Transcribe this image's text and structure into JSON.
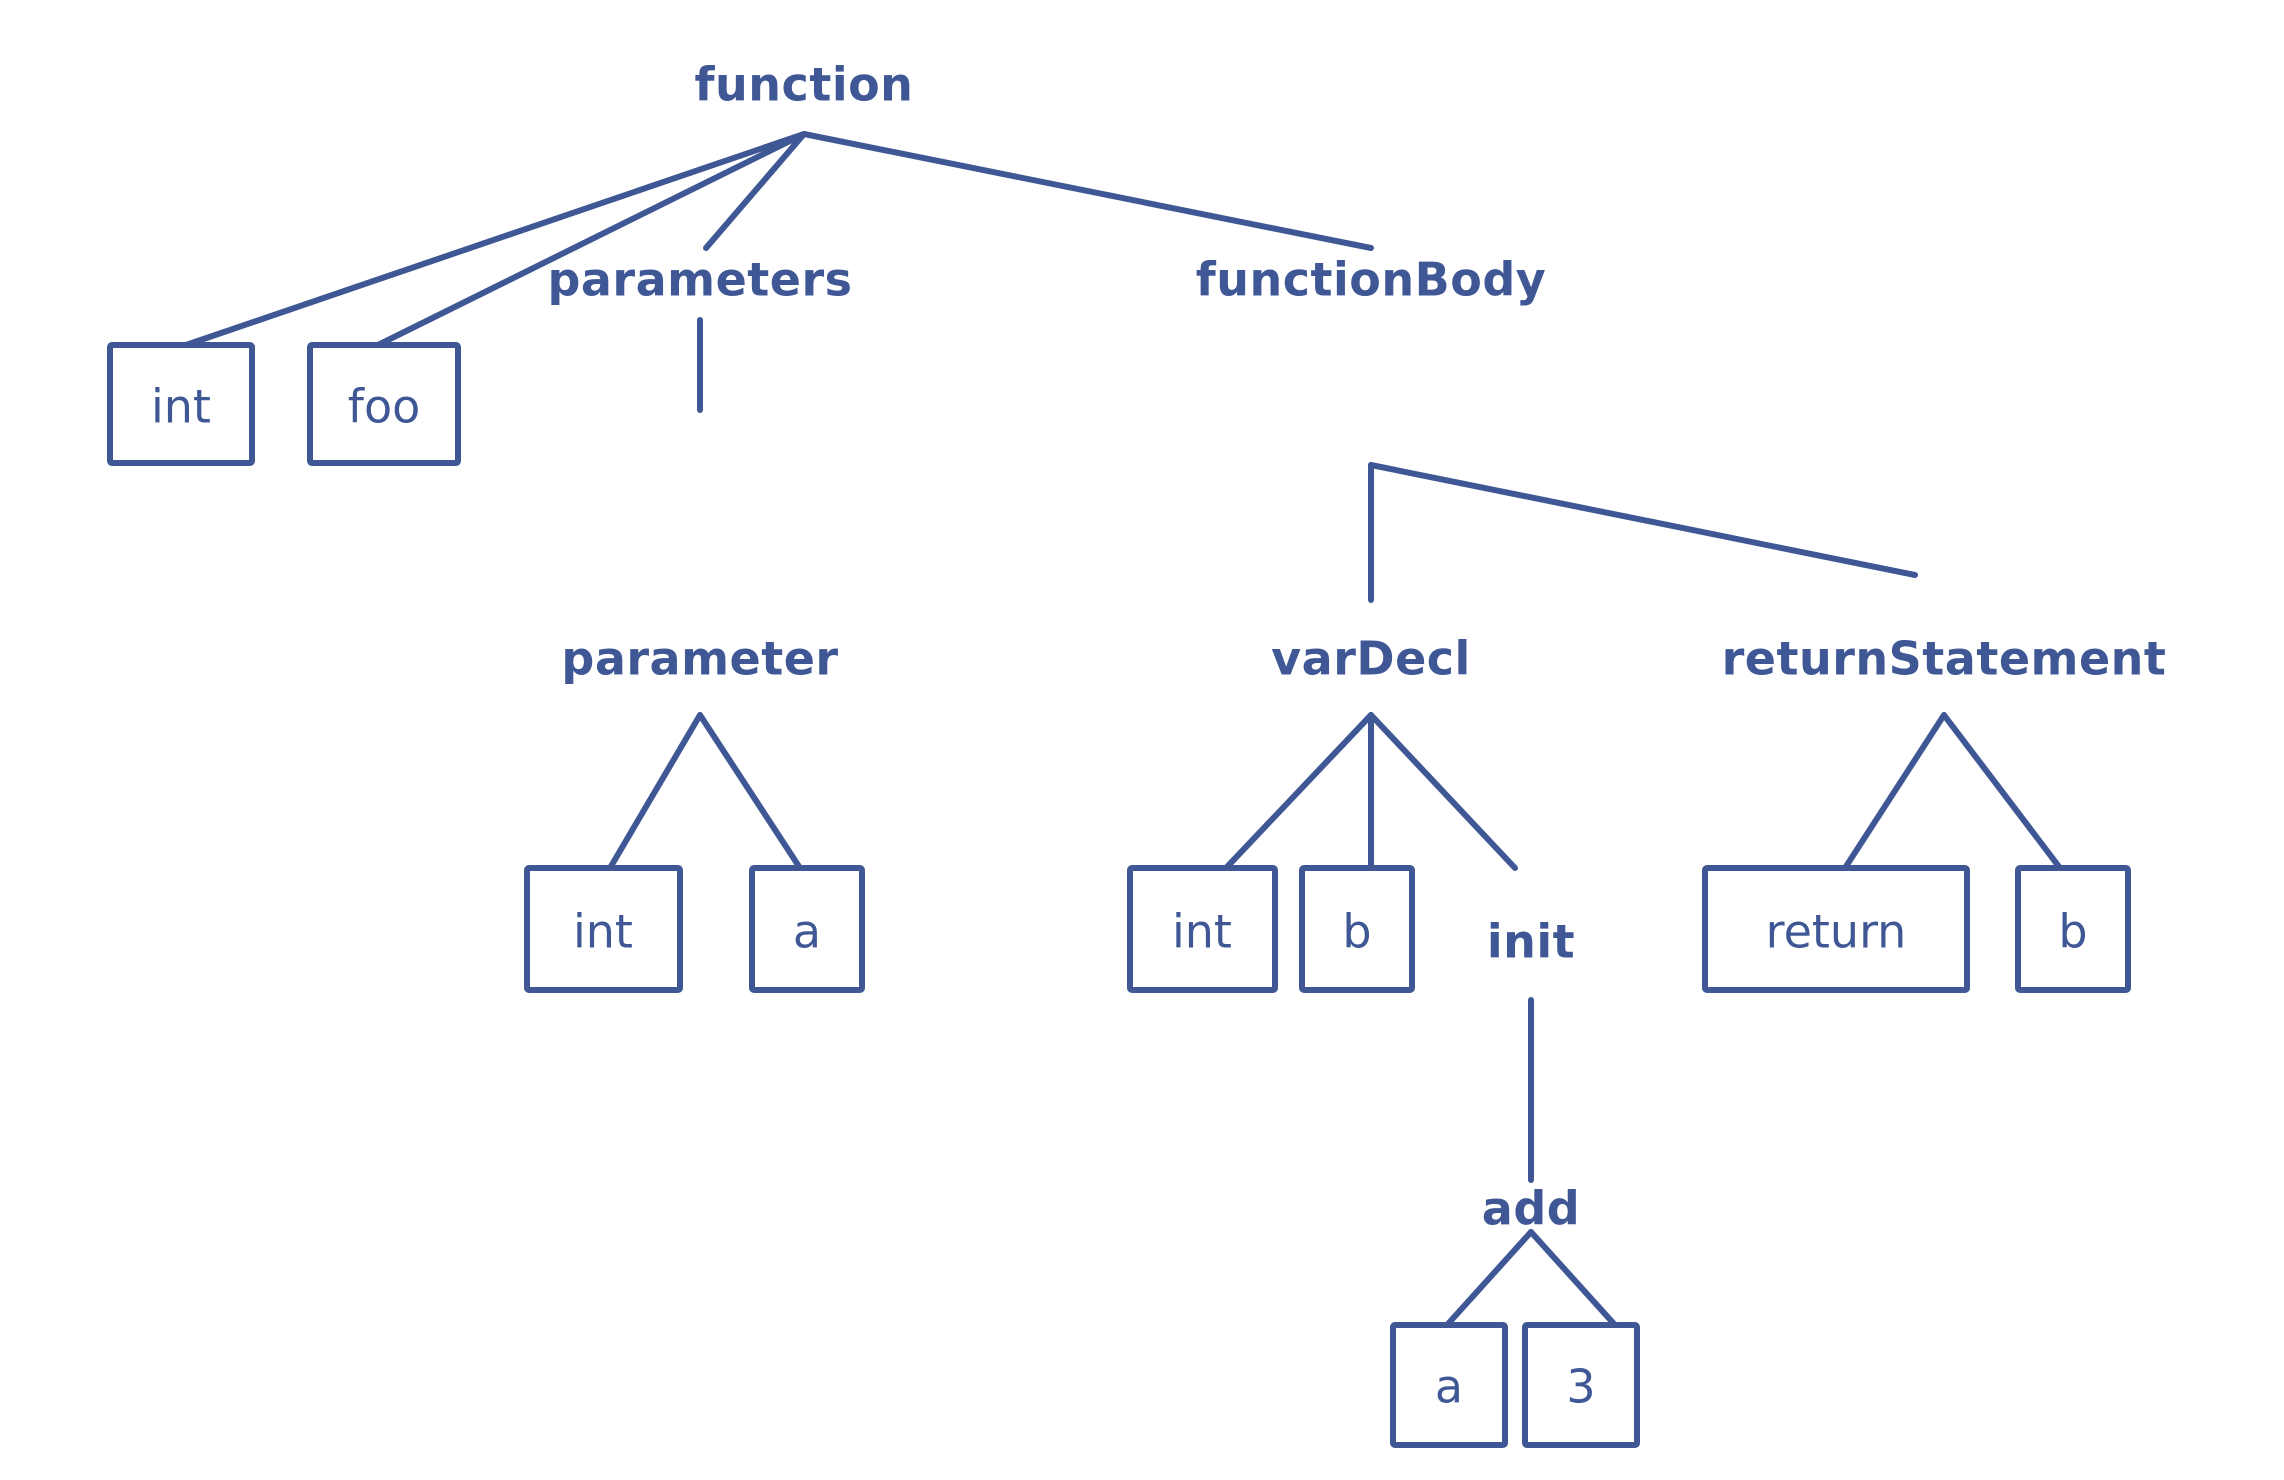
{
  "diagram": {
    "kind": "abstract-syntax-tree",
    "palette": {
      "stroke": "#3f5795",
      "text": "#3f5795",
      "background": "#ffffff",
      "box_fill": "#ffffff"
    },
    "nodes": {
      "function": "function",
      "int_type_root": "int",
      "foo_name": "foo",
      "parameters": "parameters",
      "function_body": "functionBody",
      "parameter": "parameter",
      "var_decl": "varDecl",
      "return_statement": "returnStatement",
      "param_int": "int",
      "param_a": "a",
      "vardecl_int": "int",
      "vardecl_b": "b",
      "init": "init",
      "return_keyword": "return",
      "return_b": "b",
      "add": "add",
      "add_a": "a",
      "add_3": "3"
    },
    "tree": {
      "label": "function",
      "children": [
        {
          "label": "int",
          "boxed": true
        },
        {
          "label": "foo",
          "boxed": true
        },
        {
          "label": "parameters",
          "children": [
            {
              "label": "parameter",
              "children": [
                {
                  "label": "int",
                  "boxed": true
                },
                {
                  "label": "a",
                  "boxed": true
                }
              ]
            }
          ]
        },
        {
          "label": "functionBody",
          "children": [
            {
              "label": "varDecl",
              "children": [
                {
                  "label": "int",
                  "boxed": true
                },
                {
                  "label": "b",
                  "boxed": true
                },
                {
                  "label": "init",
                  "children": [
                    {
                      "label": "add",
                      "children": [
                        {
                          "label": "a",
                          "boxed": true
                        },
                        {
                          "label": "3",
                          "boxed": true
                        }
                      ]
                    }
                  ]
                }
              ]
            },
            {
              "label": "returnStatement",
              "children": [
                {
                  "label": "return",
                  "boxed": true
                },
                {
                  "label": "b",
                  "boxed": true
                }
              ]
            }
          ]
        }
      ]
    }
  }
}
